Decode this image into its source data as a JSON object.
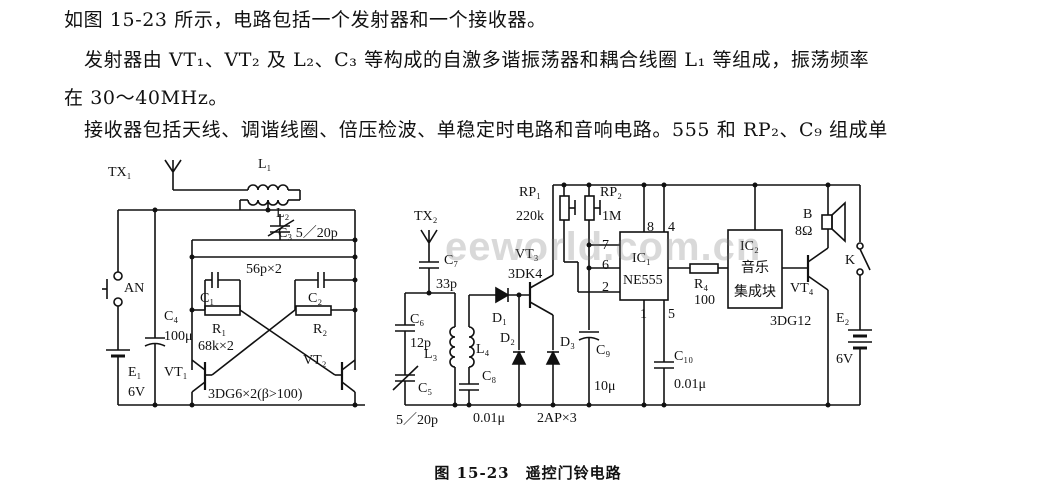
{
  "paragraphs": [
    {
      "text": "如图 15-23 所示，电路包括一个发射器和一个接收器。"
    },
    {
      "text": "发射器由 VT₁、VT₂ 及 L₂、C₃ 等构成的自激多谐振荡器和耦合线圈 L₁ 等组成，振荡频率"
    },
    {
      "text": "在 30～40MHz。"
    },
    {
      "text": "接收器包括天线、调谐线圈、倍压检波、单稳定时电路和音响电路。555 和 RP₂、C₉ 组成单"
    }
  ],
  "watermark": "eeworld.com.cn",
  "caption": "图 15-23　遥控门铃电路",
  "labels": {
    "TX1": "TX₁",
    "L1": "L₁",
    "L2": "L₂",
    "C3": "C₃ 5／20p",
    "C3x": "56p×2",
    "C1": "C₁",
    "C2": "C₂",
    "R1": "R₁",
    "R2": "R₂",
    "R1x": "68k×2",
    "AN": "AN",
    "C4": "C₄",
    "C4v": "100μ",
    "VT1": "VT₁",
    "VT2": "VT₂",
    "E1": "E₁",
    "E1v": "6V",
    "VTx": "3DG6×2(β>100)",
    "TX2": "TX₂",
    "C7": "C₇",
    "C7v": "33p",
    "C6": "C₆",
    "C6v": "12p",
    "L3": "L₃",
    "L4": "L₄",
    "C5": "C₅",
    "C5v": "5／20p",
    "C8": "C₈",
    "C8v": "0.01μ",
    "RP1": "RP₁",
    "RP1v": "220k",
    "RP2": "RP₂",
    "RP2v": "1M",
    "VT3": "VT₃",
    "VT3v": "3DK4",
    "D1": "D₁",
    "D2": "D₂",
    "D3": "D₃",
    "Dx": "2AP×3",
    "C9": "C₉",
    "C9v": "10μ",
    "pin8": "8",
    "pin4": "4",
    "pin7": "7",
    "pin6": "6",
    "pin2": "2",
    "pin1": "1",
    "pin5": "5",
    "IC1": "IC₁",
    "IC1v": "NE555",
    "R4": "R₄",
    "R4v": "100",
    "IC2": "IC₂",
    "IC2a": "音乐",
    "IC2b": "集成块",
    "VT4": "VT₄",
    "VT4v": "3DG12",
    "C10": "C₁₀",
    "C10v": "0.01μ",
    "B": "B",
    "Bv": "8Ω",
    "K": "K",
    "E2": "E₂",
    "E2v": "6V"
  }
}
